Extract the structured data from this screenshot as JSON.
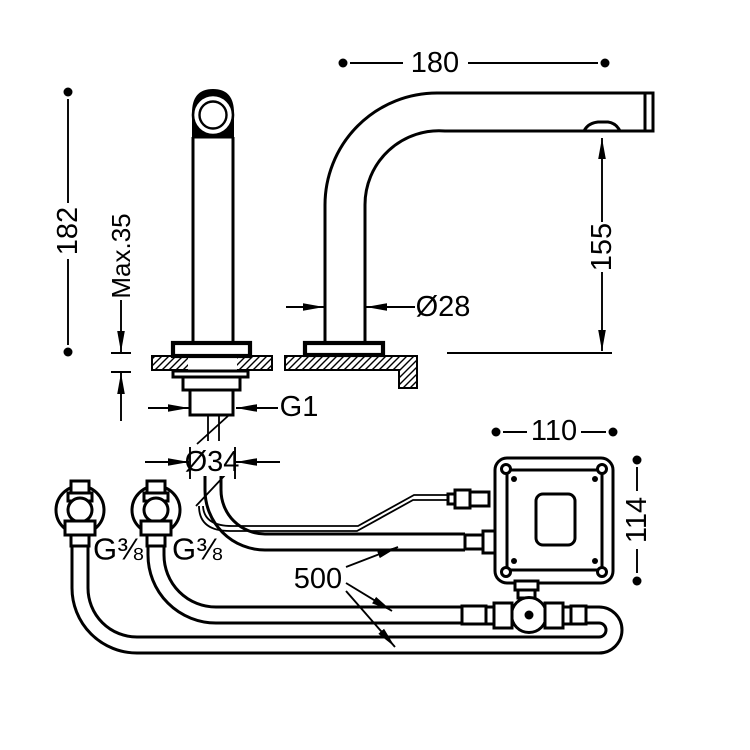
{
  "drawing": {
    "dimensions": {
      "spout_reach": "180",
      "tap_height": "182",
      "max_deck_thickness": "Max.35",
      "spout_height": "155",
      "spout_diameter": "Ø28",
      "shank_thread": "G1",
      "hole_diameter": "Ø34",
      "supply_thread_left": "G⅜",
      "supply_thread_right": "G⅜",
      "hose_length": "500",
      "control_box_width": "110",
      "control_box_height": "114"
    },
    "colors": {
      "line": "#000000",
      "background": "#ffffff"
    }
  }
}
